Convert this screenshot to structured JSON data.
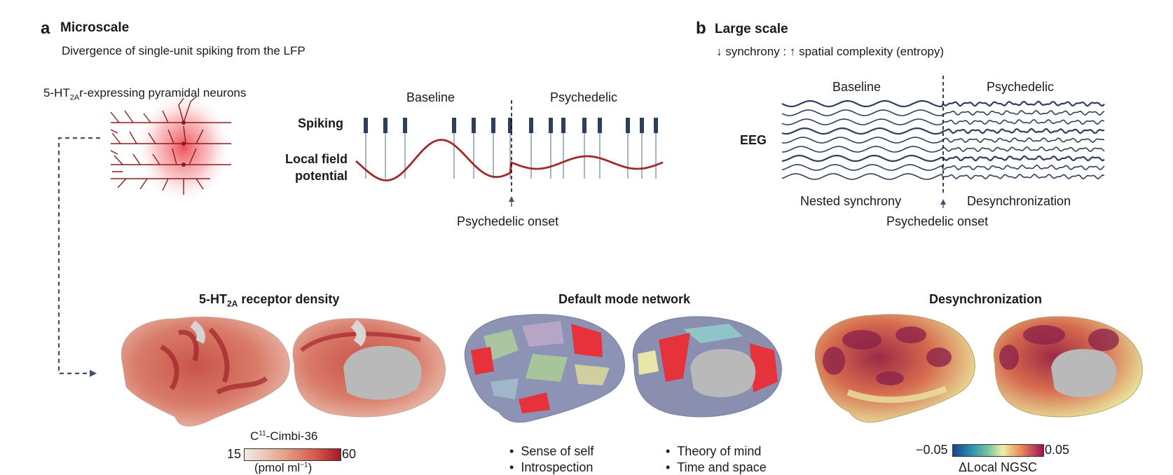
{
  "panel_a": {
    "letter": "a",
    "title": "Microscale",
    "subtitle": "Divergence of single-unit spiking from the LFP",
    "neuron_label": "5-HT",
    "neuron_label_sub": "2A",
    "neuron_label_rest": "r-expressing pyramidal neurons",
    "baseline": "Baseline",
    "psychedelic": "Psychedelic",
    "spiking": "Spiking",
    "lfp_line1": "Local field",
    "lfp_line2": "potential",
    "onset": "Psychedelic onset"
  },
  "panel_b": {
    "letter": "b",
    "title": "Large scale",
    "subtitle": "↓ synchrony : ↑ spatial complexity (entropy)",
    "baseline": "Baseline",
    "psychedelic": "Psychedelic",
    "eeg": "EEG",
    "nested": "Nested synchrony",
    "desync": "Desynchronization",
    "onset": "Psychedelic onset"
  },
  "brains": {
    "receptor": {
      "title": "5-HT",
      "title_sub": "2A",
      "title_rest": " receptor density",
      "cb_label_c": "C",
      "cb_label_sup": "11",
      "cb_label_rest": "-Cimbi-36",
      "cb_min": "15",
      "cb_max": "60",
      "unit_a": "(pmol ml",
      "unit_sup": "−1",
      "unit_b": ")"
    },
    "dmn": {
      "title": "Default mode network",
      "bullets_left": [
        "Sense of self",
        "Introspection"
      ],
      "bullets_right": [
        "Theory of mind",
        "Time and space"
      ]
    },
    "desync": {
      "title": "Desynchronization",
      "cb_min": "−0.05",
      "cb_max": "0.05",
      "cb_label": "ΔLocal NGSC"
    }
  },
  "colors": {
    "accent_red": "#a52a2a",
    "navy": "#2e3f5c",
    "dash": "#3d5070"
  }
}
